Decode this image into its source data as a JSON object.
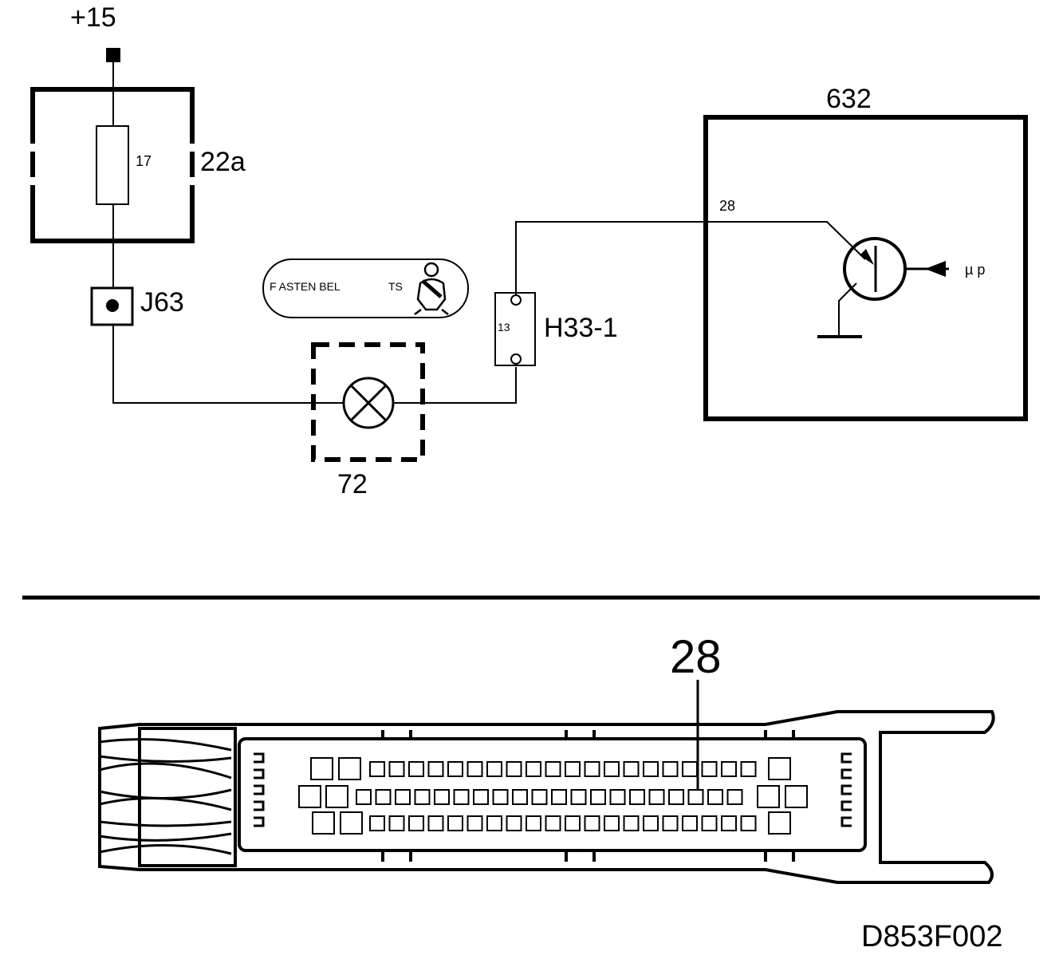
{
  "supply": {
    "label": "+15"
  },
  "fuse_box": {
    "label": "22a",
    "fuse_label": "17"
  },
  "junction": {
    "label": "J63"
  },
  "warning_lamp": {
    "label": "72"
  },
  "indicator_panel": {
    "text_left": "F ASTEN BEL",
    "text_right": "TS",
    "icon": "seatbelt-person-icon"
  },
  "connector": {
    "label": "H33-1",
    "pin_label": "13"
  },
  "control_unit": {
    "label": "632",
    "pin_label": "28",
    "input_label": "µ p"
  },
  "connector_view": {
    "pin_callout": "28"
  },
  "figure_code": "D853F002",
  "colors": {
    "line": "#000000",
    "background": "#ffffff"
  }
}
